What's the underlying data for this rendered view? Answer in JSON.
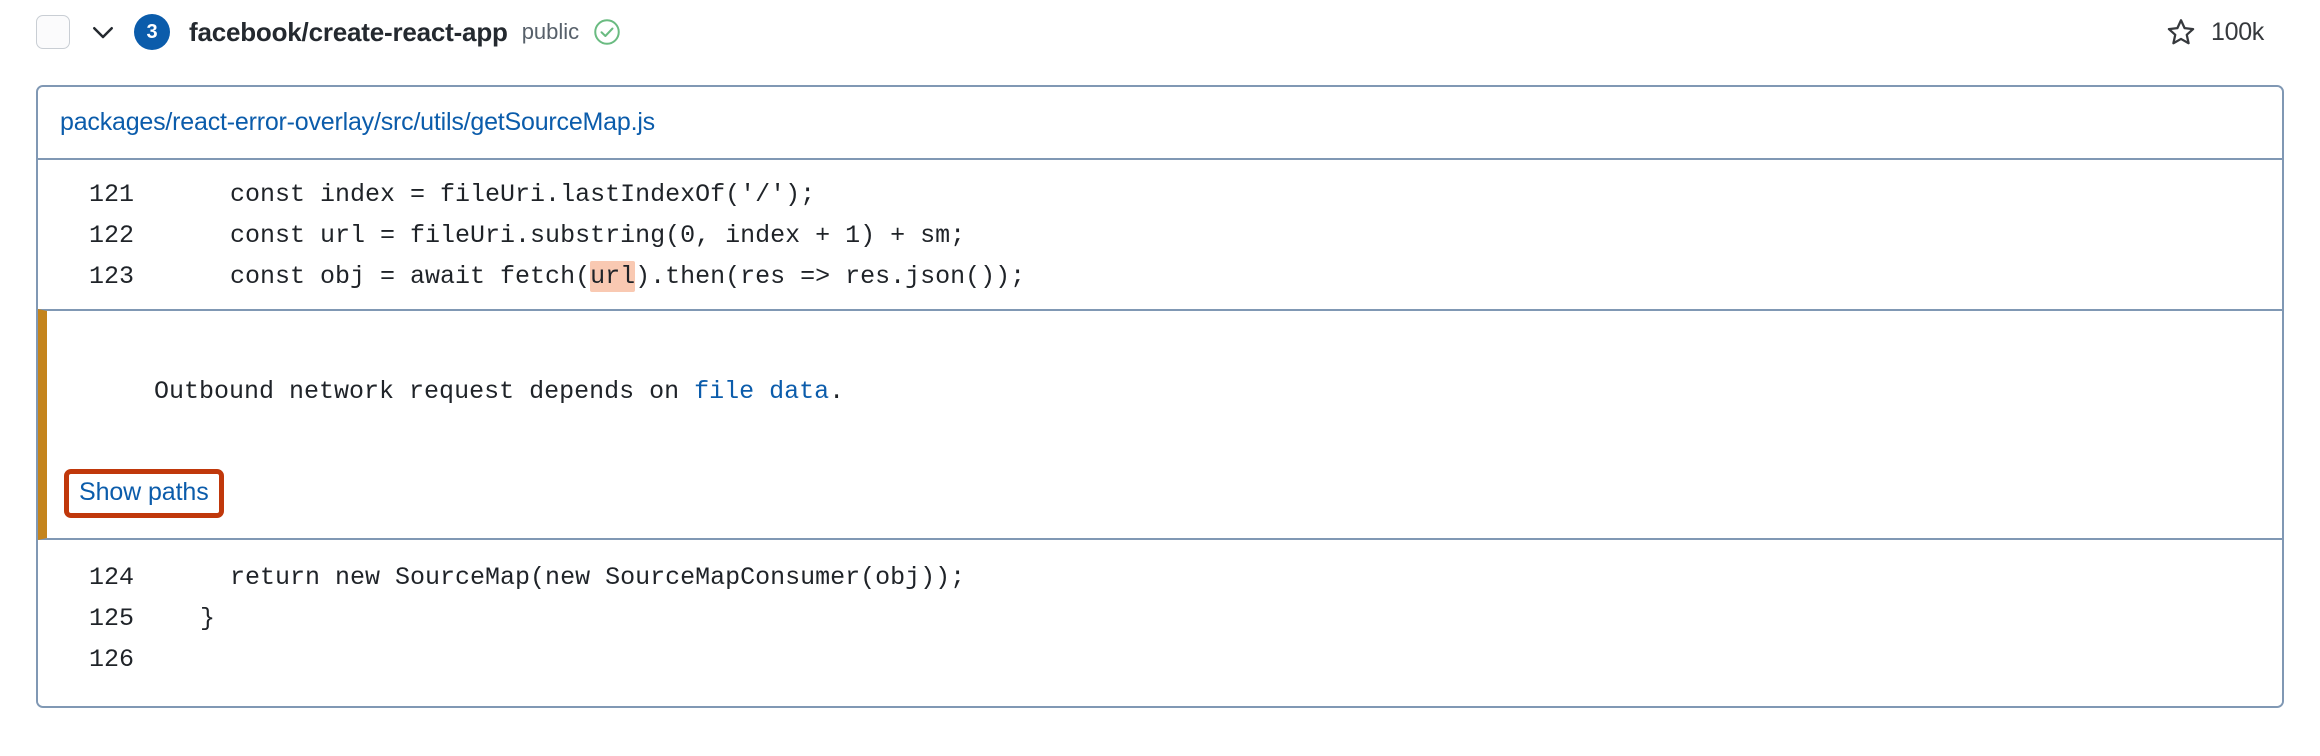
{
  "header": {
    "checkbox_name": "select-alert-checkbox",
    "chevron_icon": "chevron-down-icon",
    "alert_count": "3",
    "repo_name": "facebook/create-react-app",
    "visibility": "public",
    "verified_icon": "check-circle-icon",
    "star_icon": "star-icon",
    "star_count": "100k"
  },
  "file": {
    "path": "packages/react-error-overlay/src/utils/getSourceMap.js"
  },
  "code_top": [
    {
      "line_no": "121",
      "segments": [
        {
          "text": "    const index = fileUri.lastIndexOf('/');",
          "highlight": false
        }
      ]
    },
    {
      "line_no": "122",
      "segments": [
        {
          "text": "    const url = fileUri.substring(0, index + 1) + sm;",
          "highlight": false
        }
      ]
    },
    {
      "line_no": "123",
      "segments": [
        {
          "text": "    const obj = await fetch(",
          "highlight": false
        },
        {
          "text": "url",
          "highlight": true
        },
        {
          "text": ").then(res => res.json());",
          "highlight": false
        }
      ]
    }
  ],
  "alert": {
    "message_prefix": "Outbound network request depends on ",
    "message_link": "file data",
    "message_suffix": ".",
    "show_paths_label": "Show paths"
  },
  "code_bottom": [
    {
      "line_no": "124",
      "segments": [
        {
          "text": "    return new SourceMap(new SourceMapConsumer(obj));",
          "highlight": false
        }
      ]
    },
    {
      "line_no": "125",
      "segments": [
        {
          "text": "  }",
          "highlight": false
        }
      ]
    },
    {
      "line_no": "126",
      "segments": [
        {
          "text": "",
          "highlight": false
        }
      ]
    }
  ],
  "colors": {
    "link_blue": "#0b5cab",
    "badge_blue": "#0b5cab",
    "panel_border": "#8098b4",
    "alert_accent": "#c4841d",
    "annotation_red": "#c0380b",
    "token_highlight": "#f9c9b2",
    "verified_green": "#6abb81"
  }
}
